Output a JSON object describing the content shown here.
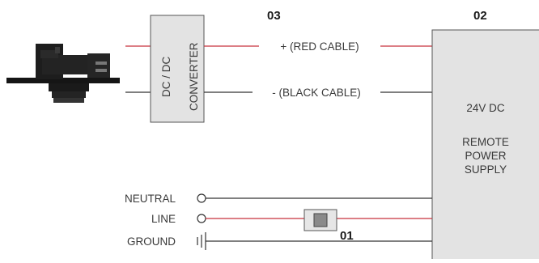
{
  "labels": {
    "red_cable": "+ (RED CABLE)",
    "black_cable": "- (BLACK CABLE)",
    "converter_line1": "DC / DC",
    "converter_line2": "CONVERTER",
    "psu_voltage": "24V DC",
    "psu_line1": "REMOTE",
    "psu_line2": "POWER",
    "psu_line3": "SUPPLY",
    "neutral": "NEUTRAL",
    "line": "LINE",
    "ground": "GROUND"
  },
  "callouts": {
    "switch": "01",
    "power_supply": "02",
    "converter": "03"
  },
  "colors": {
    "red_wire": "#c8323c",
    "black_wire": "#333333",
    "box_fill": "#e3e3e3",
    "box_stroke": "#555555"
  }
}
